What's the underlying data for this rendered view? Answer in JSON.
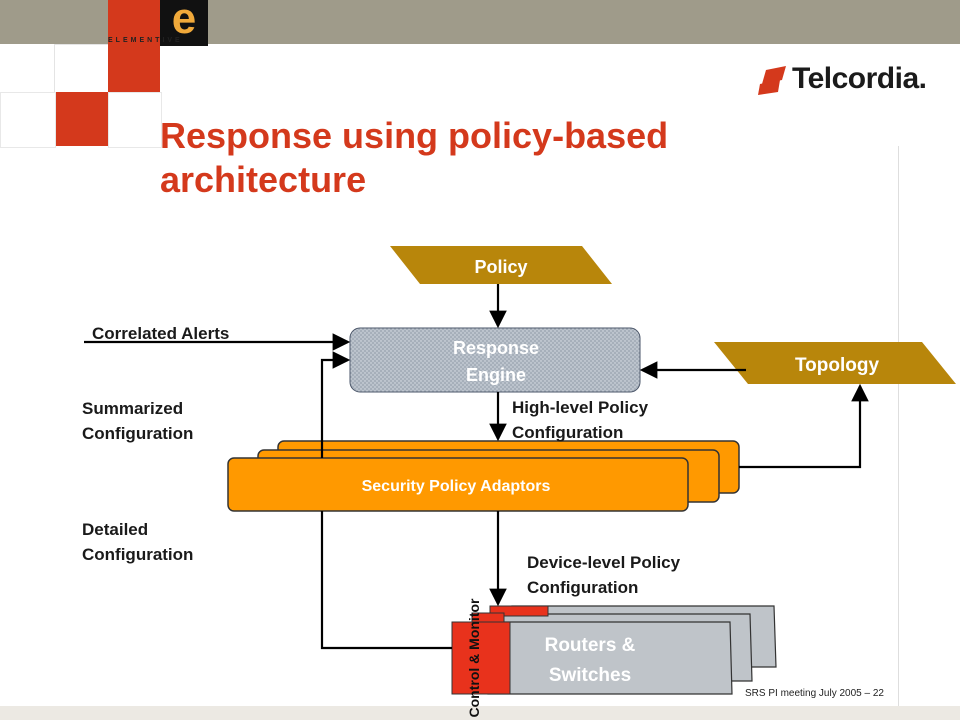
{
  "header": {
    "brand_letter": "e",
    "brand_word": "ELEMENTIVE",
    "company_logo": "Telcordia."
  },
  "slide": {
    "title": "Response using policy-based architecture",
    "footer": "SRS PI meeting July 2005 – 22"
  },
  "diagram": {
    "policy": "Policy",
    "response_engine_line1": "Response",
    "response_engine_line2": "Engine",
    "topology": "Topology",
    "adaptors": "Security Policy Adaptors",
    "routers_line1": "Routers &",
    "routers_line2": "Switches",
    "control_monitor": "Control & Monitor",
    "correlated_alerts": "Correlated Alerts",
    "summarized_line1": "Summarized",
    "summarized_line2": "Configuration",
    "detailed_line1": "Detailed",
    "detailed_line2": "Configuration",
    "high_level_line1": "High-level Policy",
    "high_level_line2": "Configuration",
    "device_level_line1": "Device-level Policy",
    "device_level_line2": "Configuration"
  },
  "colors": {
    "title_red": "#d4391c",
    "gold": "#b8860b",
    "orange": "#ff9900",
    "engine_gray": "#a3acb8",
    "router_gray": "#bfc4c9",
    "control_red": "#e8321c"
  }
}
